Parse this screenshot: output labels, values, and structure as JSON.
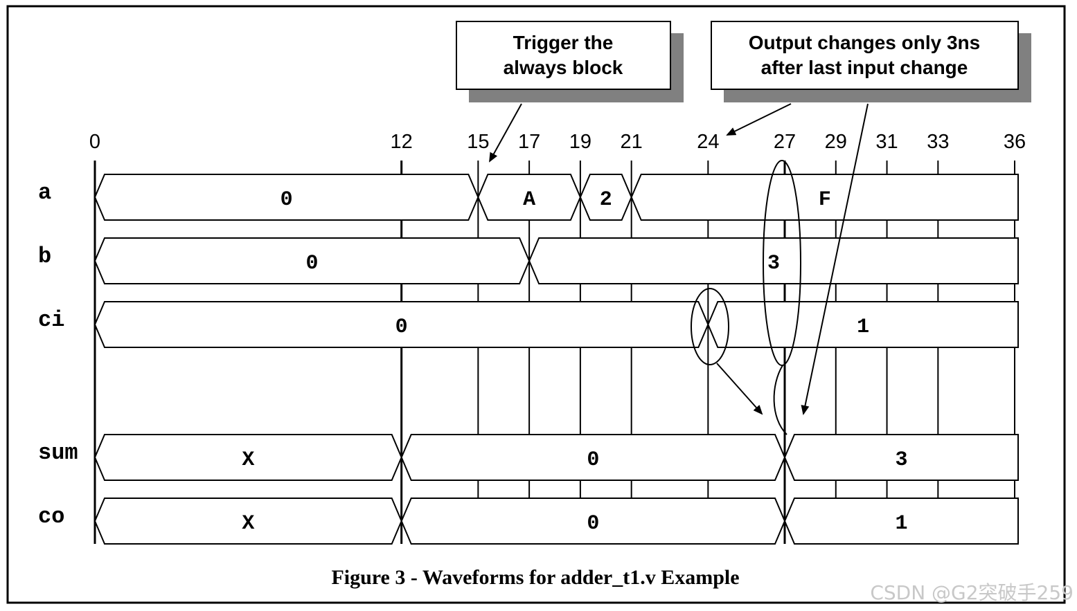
{
  "diagram": {
    "title": "Figure 3 - Waveforms for adder_t1.v Example",
    "time_ticks": [
      0,
      12,
      15,
      17,
      19,
      21,
      24,
      27,
      29,
      31,
      33,
      36
    ],
    "time_range": [
      0,
      36
    ],
    "signals": [
      {
        "name": "a",
        "segments": [
          {
            "from": 0,
            "to": 15,
            "value": "0"
          },
          {
            "from": 15,
            "to": 19,
            "value": "A"
          },
          {
            "from": 19,
            "to": 21,
            "value": "2"
          },
          {
            "from": 21,
            "to": 36,
            "value": "F"
          }
        ]
      },
      {
        "name": "b",
        "segments": [
          {
            "from": 0,
            "to": 17,
            "value": "0"
          },
          {
            "from": 17,
            "to": 36,
            "value": "3"
          }
        ]
      },
      {
        "name": "ci",
        "segments": [
          {
            "from": 0,
            "to": 24,
            "value": "0"
          },
          {
            "from": 24,
            "to": 36,
            "value": "1"
          }
        ]
      },
      {
        "name": "sum",
        "segments": [
          {
            "from": 0,
            "to": 12,
            "value": "X"
          },
          {
            "from": 12,
            "to": 27,
            "value": "0"
          },
          {
            "from": 27,
            "to": 36,
            "value": "3"
          }
        ]
      },
      {
        "name": "co",
        "segments": [
          {
            "from": 0,
            "to": 12,
            "value": "X"
          },
          {
            "from": 12,
            "to": 27,
            "value": "0"
          },
          {
            "from": 27,
            "to": 36,
            "value": "1"
          }
        ]
      }
    ],
    "callouts": [
      {
        "lines": [
          "Trigger the",
          "always block"
        ],
        "points_to_time": 15
      },
      {
        "lines": [
          "Output changes only 3ns",
          "after last input change"
        ],
        "points_to_time": 24
      }
    ]
  },
  "watermark": "CSDN @G2突破手259"
}
